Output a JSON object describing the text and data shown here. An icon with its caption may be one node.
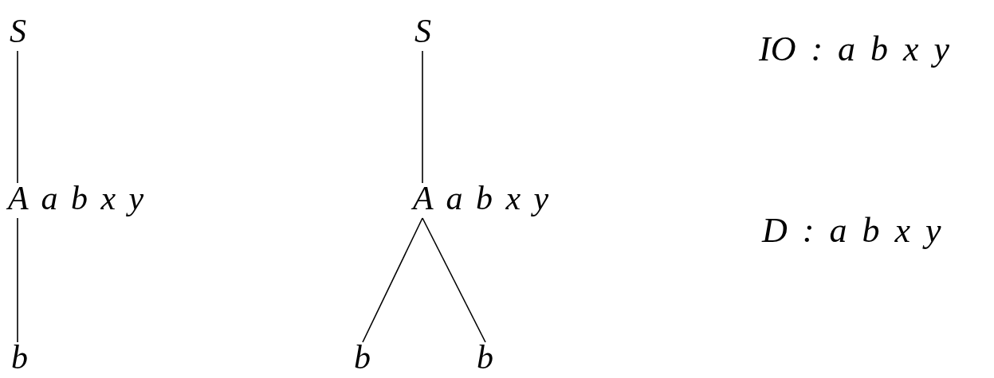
{
  "diagram": {
    "nodes": [
      {
        "text": [
          "S"
        ]
      },
      {
        "text": [
          "A a b x y"
        ]
      },
      {
        "text": [
          "b"
        ]
      },
      {
        "text": [
          "S"
        ]
      },
      {
        "text": [
          "A a b x y"
        ]
      },
      {
        "text": [
          "b"
        ]
      },
      {
        "text": [
          "b"
        ]
      }
    ],
    "edges": [
      {
        "from": 0,
        "to": 1,
        "arrow": "none"
      },
      {
        "from": 1,
        "to": 2,
        "arrow": "none"
      },
      {
        "from": 3,
        "to": 4,
        "arrow": "none"
      },
      {
        "from": 4,
        "to": 5,
        "arrow": "none"
      },
      {
        "from": 4,
        "to": 6,
        "arrow": "none"
      }
    ],
    "labels": [
      "IO : a b x y",
      "D : a b x y"
    ]
  }
}
